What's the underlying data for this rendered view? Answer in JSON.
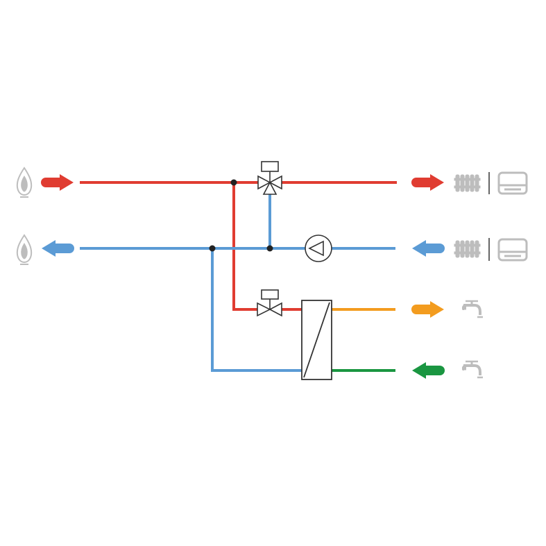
{
  "colors": {
    "supply": "#e03c31",
    "return": "#5b9bd5",
    "dhw_hot": "#f39c1f",
    "dhw_cold": "#1a9641",
    "junction": "#222222",
    "component_stroke": "#333333",
    "icon": "#bdbdbd"
  },
  "icons": {
    "source": "gas-flame-icon",
    "heating": "radiator-icon",
    "floor_heating": "floor-heating-icon",
    "tap": "water-tap-icon"
  },
  "components": {
    "three_way_valve": "motorized-3-way-valve",
    "two_way_valve": "motorized-2-way-valve",
    "pump": "circulation-pump",
    "heat_exchanger": "plate-heat-exchanger"
  },
  "flows": {
    "supply": "out",
    "return": "in",
    "dhw_hot": "out",
    "dhw_cold": "in"
  }
}
